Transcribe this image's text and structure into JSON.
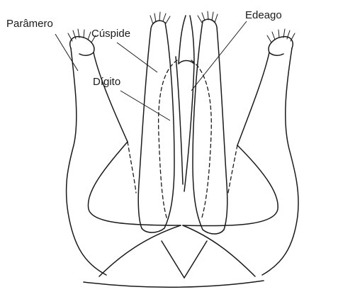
{
  "labels": {
    "paramero": "Parâmero",
    "cuspide": "Cúspide",
    "edeago": "Edeago",
    "digito": "Dígito"
  }
}
